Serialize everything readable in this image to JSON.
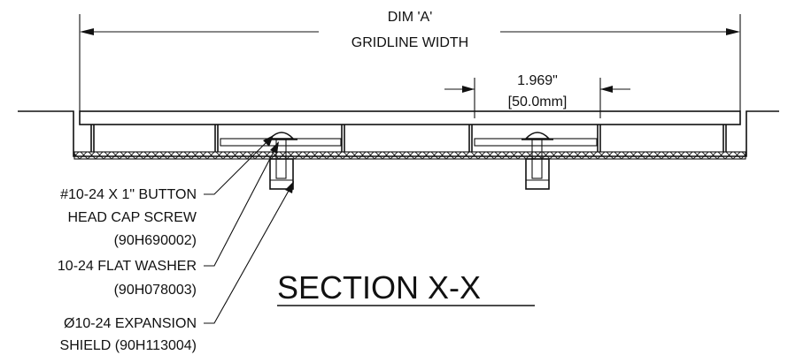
{
  "dimensions": {
    "overall_line1": "DIM 'A'",
    "overall_line2": "GRIDLINE WIDTH",
    "spacing_in": "1.969\"",
    "spacing_mm": "[50.0mm]"
  },
  "callouts": {
    "screw_line1": "#10-24 X 1\" BUTTON",
    "screw_line2": "HEAD CAP SCREW",
    "screw_part": "(90H690002)",
    "washer_line1": "10-24 FLAT WASHER",
    "washer_part": "(90H078003)",
    "shield_line1": "Ø10-24 EXPANSION",
    "shield_line2": "SHIELD (90H113004)"
  },
  "section_title": "SECTION X-X"
}
